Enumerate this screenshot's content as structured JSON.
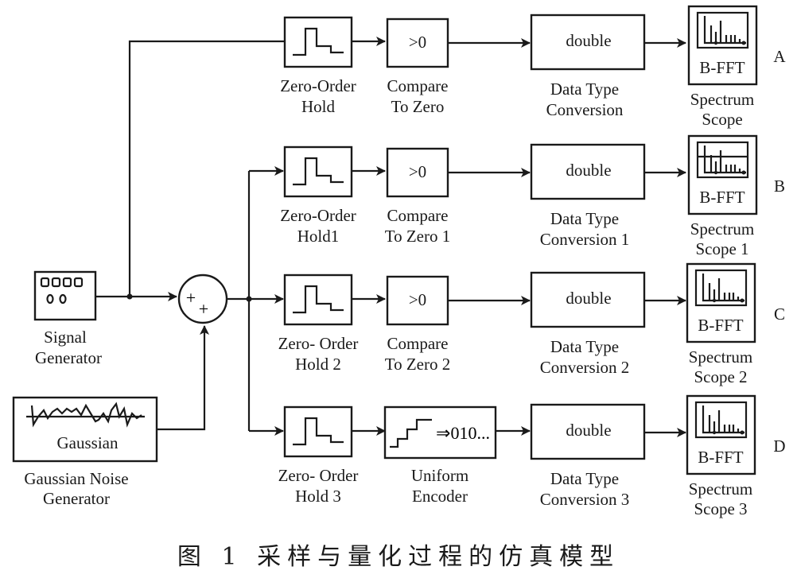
{
  "sources": {
    "signal_generator": {
      "label_lines": [
        "Signal",
        "Generator"
      ]
    },
    "gaussian_noise": {
      "inner_text": "Gaussian",
      "label_lines": [
        "Gaussian Noise",
        "Generator"
      ]
    },
    "sum": {
      "signs": [
        "+",
        "+"
      ]
    }
  },
  "rows": [
    {
      "id": "A",
      "row_label": "A",
      "hold": {
        "label_lines": [
          "Zero-Order",
          "Hold"
        ]
      },
      "stage2": {
        "kind": "compare",
        "inner_text": ">0",
        "label_lines": [
          "Compare",
          "To Zero"
        ]
      },
      "convert": {
        "inner_text": "double",
        "label_lines": [
          "Data Type",
          "Conversion"
        ]
      },
      "scope": {
        "inner_text": "B-FFT",
        "label_lines": [
          "Spectrum",
          "Scope"
        ]
      }
    },
    {
      "id": "B",
      "row_label": "B",
      "hold": {
        "label_lines": [
          "Zero-Order",
          "Hold1"
        ]
      },
      "stage2": {
        "kind": "compare",
        "inner_text": ">0",
        "label_lines": [
          "Compare",
          "To Zero 1"
        ]
      },
      "convert": {
        "inner_text": "double",
        "label_lines": [
          "Data Type",
          "Conversion 1"
        ]
      },
      "scope": {
        "inner_text": "B-FFT",
        "label_lines": [
          "Spectrum",
          "Scope 1"
        ]
      }
    },
    {
      "id": "C",
      "row_label": "C",
      "hold": {
        "label_lines": [
          "Zero- Order",
          "Hold 2"
        ]
      },
      "stage2": {
        "kind": "compare",
        "inner_text": ">0",
        "label_lines": [
          "Compare",
          "To Zero 2"
        ]
      },
      "convert": {
        "inner_text": "double",
        "label_lines": [
          "Data Type",
          "Conversion 2"
        ]
      },
      "scope": {
        "inner_text": "B-FFT",
        "label_lines": [
          "Spectrum",
          "Scope 2"
        ]
      }
    },
    {
      "id": "D",
      "row_label": "D",
      "hold": {
        "label_lines": [
          "Zero- Order",
          "Hold 3"
        ]
      },
      "stage2": {
        "kind": "encoder",
        "inner_text": "⇒010...",
        "label_lines": [
          "Uniform",
          "Encoder"
        ]
      },
      "convert": {
        "inner_text": "double",
        "label_lines": [
          "Data Type",
          "Conversion 3"
        ]
      },
      "scope": {
        "inner_text": "B-FFT",
        "label_lines": [
          "Spectrum",
          "Scope 3"
        ]
      }
    }
  ],
  "caption": "图 1   采样与量化过程的仿真模型"
}
